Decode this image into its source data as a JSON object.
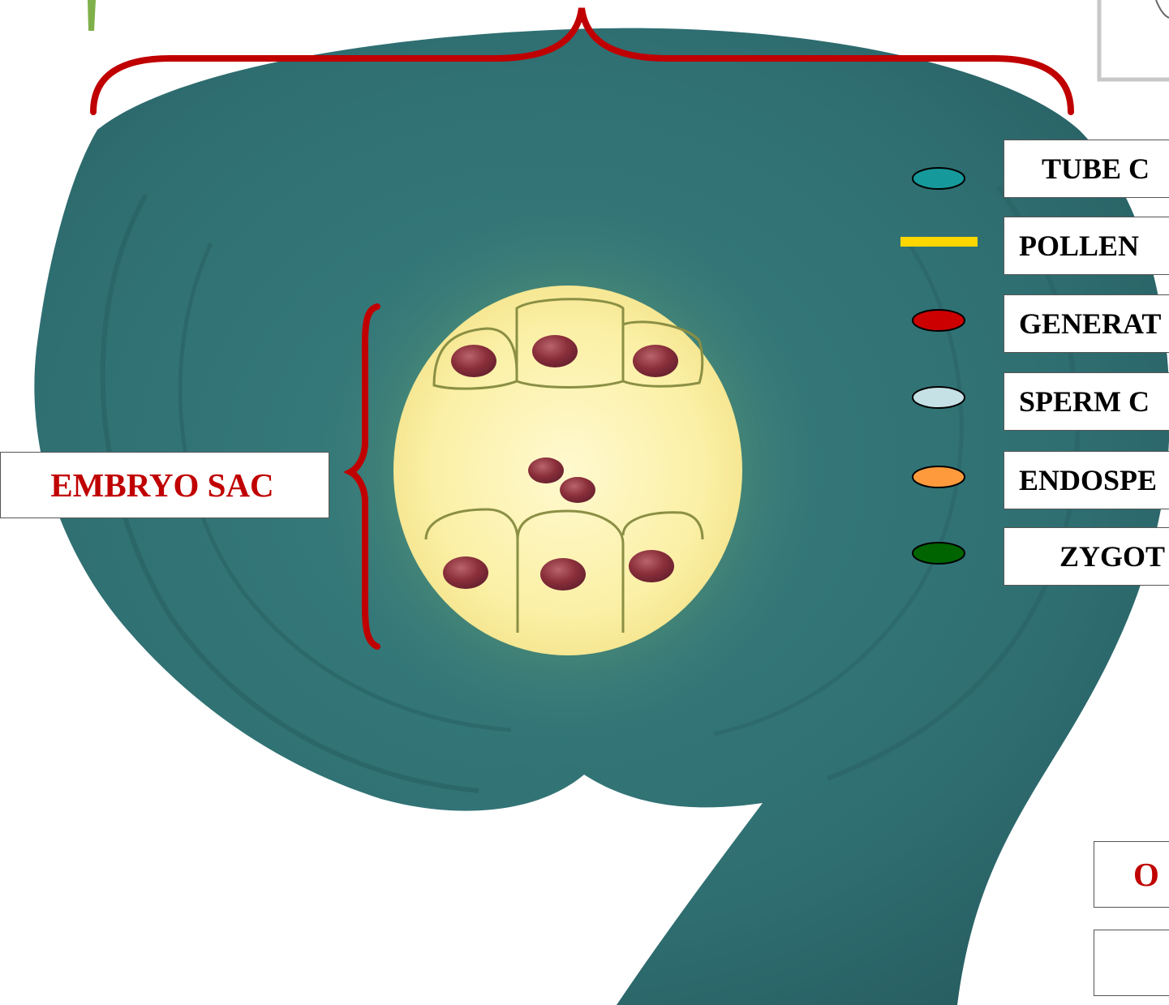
{
  "embryo_sac_label": "EMBRYO SAC",
  "legend": [
    {
      "text": "TUBE C",
      "color": "#16999b",
      "marker": "ellipse"
    },
    {
      "text": "POLLEN",
      "color": "#ffd700",
      "marker": "bar"
    },
    {
      "text": "GENERAT",
      "color": "#cc0000",
      "marker": "ellipse"
    },
    {
      "text": "SPERM C",
      "color": "#c6e1e6",
      "marker": "ellipse"
    },
    {
      "text": "ENDOSPE",
      "color": "#ff9a3c",
      "marker": "ellipse"
    },
    {
      "text": "ZYGOT",
      "color": "#006400",
      "marker": "ellipse"
    }
  ],
  "bottom_boxes": [
    {
      "text": "O"
    },
    {
      "text": ""
    }
  ],
  "colors": {
    "ovule": "#2f6f72",
    "embryo_sac": "#fbf0a6",
    "nucleus": "#8a2f3a",
    "bracket": "#c00000"
  }
}
